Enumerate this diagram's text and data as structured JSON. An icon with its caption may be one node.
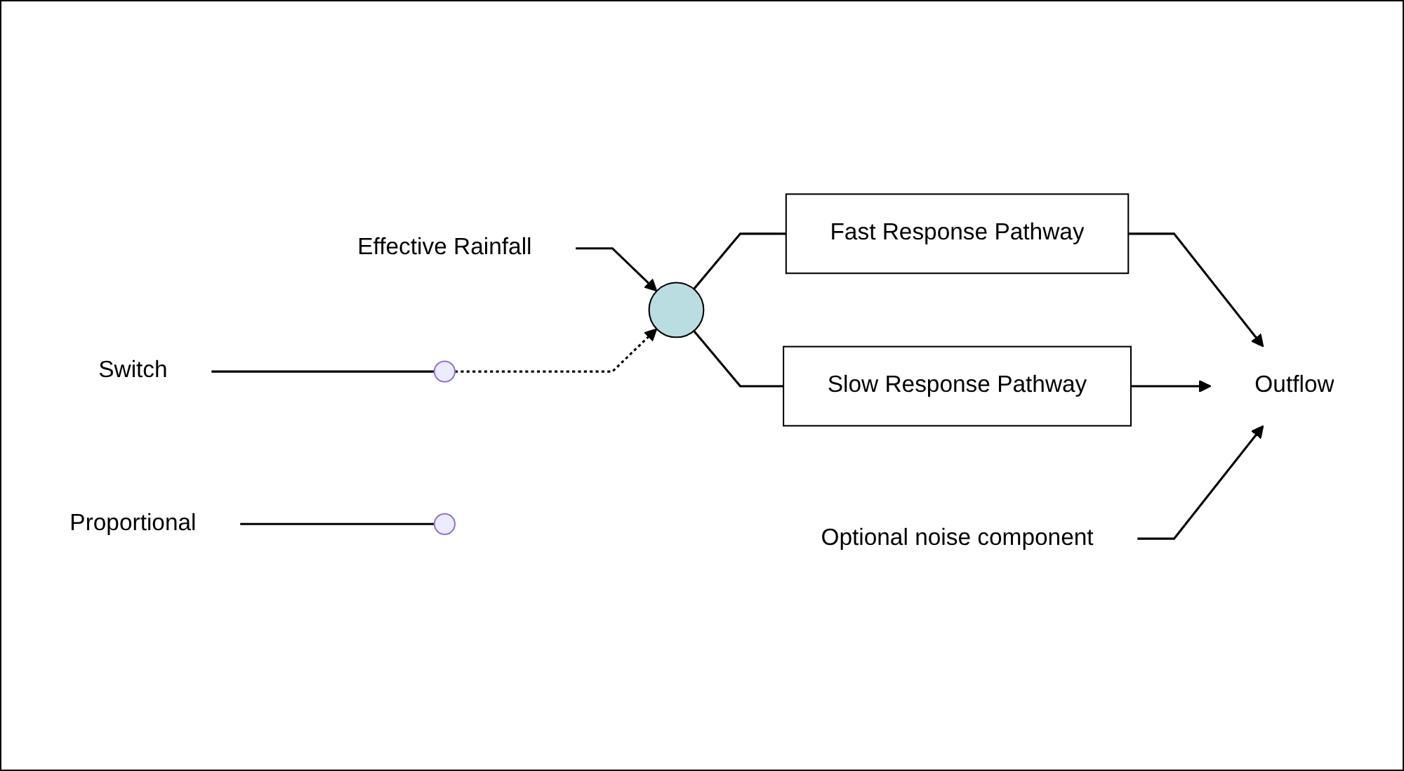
{
  "diagram": {
    "nodes": [
      {
        "text": [
          "Effective Rainfall"
        ]
      },
      {
        "text": [],
        "shape": "circle"
      },
      {
        "text": [
          "Fast Response Pathway"
        ]
      },
      {
        "text": [
          "Slow Response Pathway"
        ]
      },
      {
        "text": [
          "Optional noise component"
        ]
      },
      {
        "text": [
          "Outflow"
        ]
      },
      {
        "text": [
          "Switch"
        ]
      },
      {
        "text": [],
        "shape": "circle"
      },
      {
        "text": [
          "Proportional"
        ]
      },
      {
        "text": [],
        "shape": "circle"
      }
    ],
    "edges": [
      {
        "from": 0,
        "to": 1,
        "arrow": "to"
      },
      {
        "from": 1,
        "to": 2,
        "arrow": "none"
      },
      {
        "from": 1,
        "to": 3,
        "arrow": "none"
      },
      {
        "from": 2,
        "to": 5,
        "arrow": "to"
      },
      {
        "from": 3,
        "to": 5,
        "arrow": "to"
      },
      {
        "from": 4,
        "to": 5,
        "arrow": "to"
      },
      {
        "from": 6,
        "to": 7,
        "arrow": "none"
      },
      {
        "from": 8,
        "to": 9,
        "arrow": "none"
      },
      {
        "from": 7,
        "to": 1,
        "arrow": "to",
        "style": "dashed"
      }
    ]
  }
}
